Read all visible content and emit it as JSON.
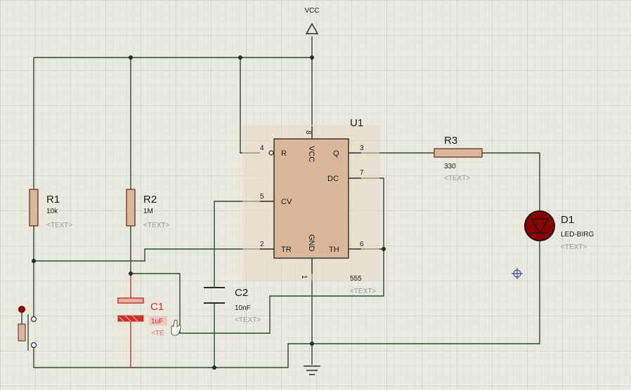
{
  "power": {
    "vcc_label": "VCC"
  },
  "components": {
    "r1": {
      "ref": "R1",
      "value": "10k",
      "text": "<TEXT>"
    },
    "r2": {
      "ref": "R2",
      "value": "1M",
      "text": "<TEXT>"
    },
    "r3": {
      "ref": "R3",
      "value": "330",
      "text": "<TEXT>"
    },
    "c1": {
      "ref": "C1",
      "value": "1uF",
      "text": "<TE"
    },
    "c2": {
      "ref": "C2",
      "value": "10nF",
      "text": "<TEXT>"
    },
    "d1": {
      "ref": "D1",
      "value": "LED-BIRG",
      "text": "<TEXT>"
    },
    "u1": {
      "ref": "U1",
      "value": "555",
      "text": "<TEXT>",
      "pins": {
        "r": {
          "num": "4",
          "name": "R"
        },
        "vcc": {
          "num": "8",
          "name": "VCC"
        },
        "q": {
          "num": "3",
          "name": "Q"
        },
        "dc": {
          "num": "7",
          "name": "DC"
        },
        "cv": {
          "num": "5",
          "name": "CV"
        },
        "tr": {
          "num": "2",
          "name": "TR"
        },
        "gnd": {
          "num": "1",
          "name": "GND"
        },
        "th": {
          "num": "6",
          "name": "TH"
        }
      }
    }
  },
  "colors": {
    "background": "#e9e9de",
    "grid": "#c9c9bc",
    "wire": "#2a4a2a",
    "component_body": "#d9b79a",
    "component_outline": "#5a2a1a",
    "selected": "#d0302a",
    "led": "#8a0000"
  }
}
